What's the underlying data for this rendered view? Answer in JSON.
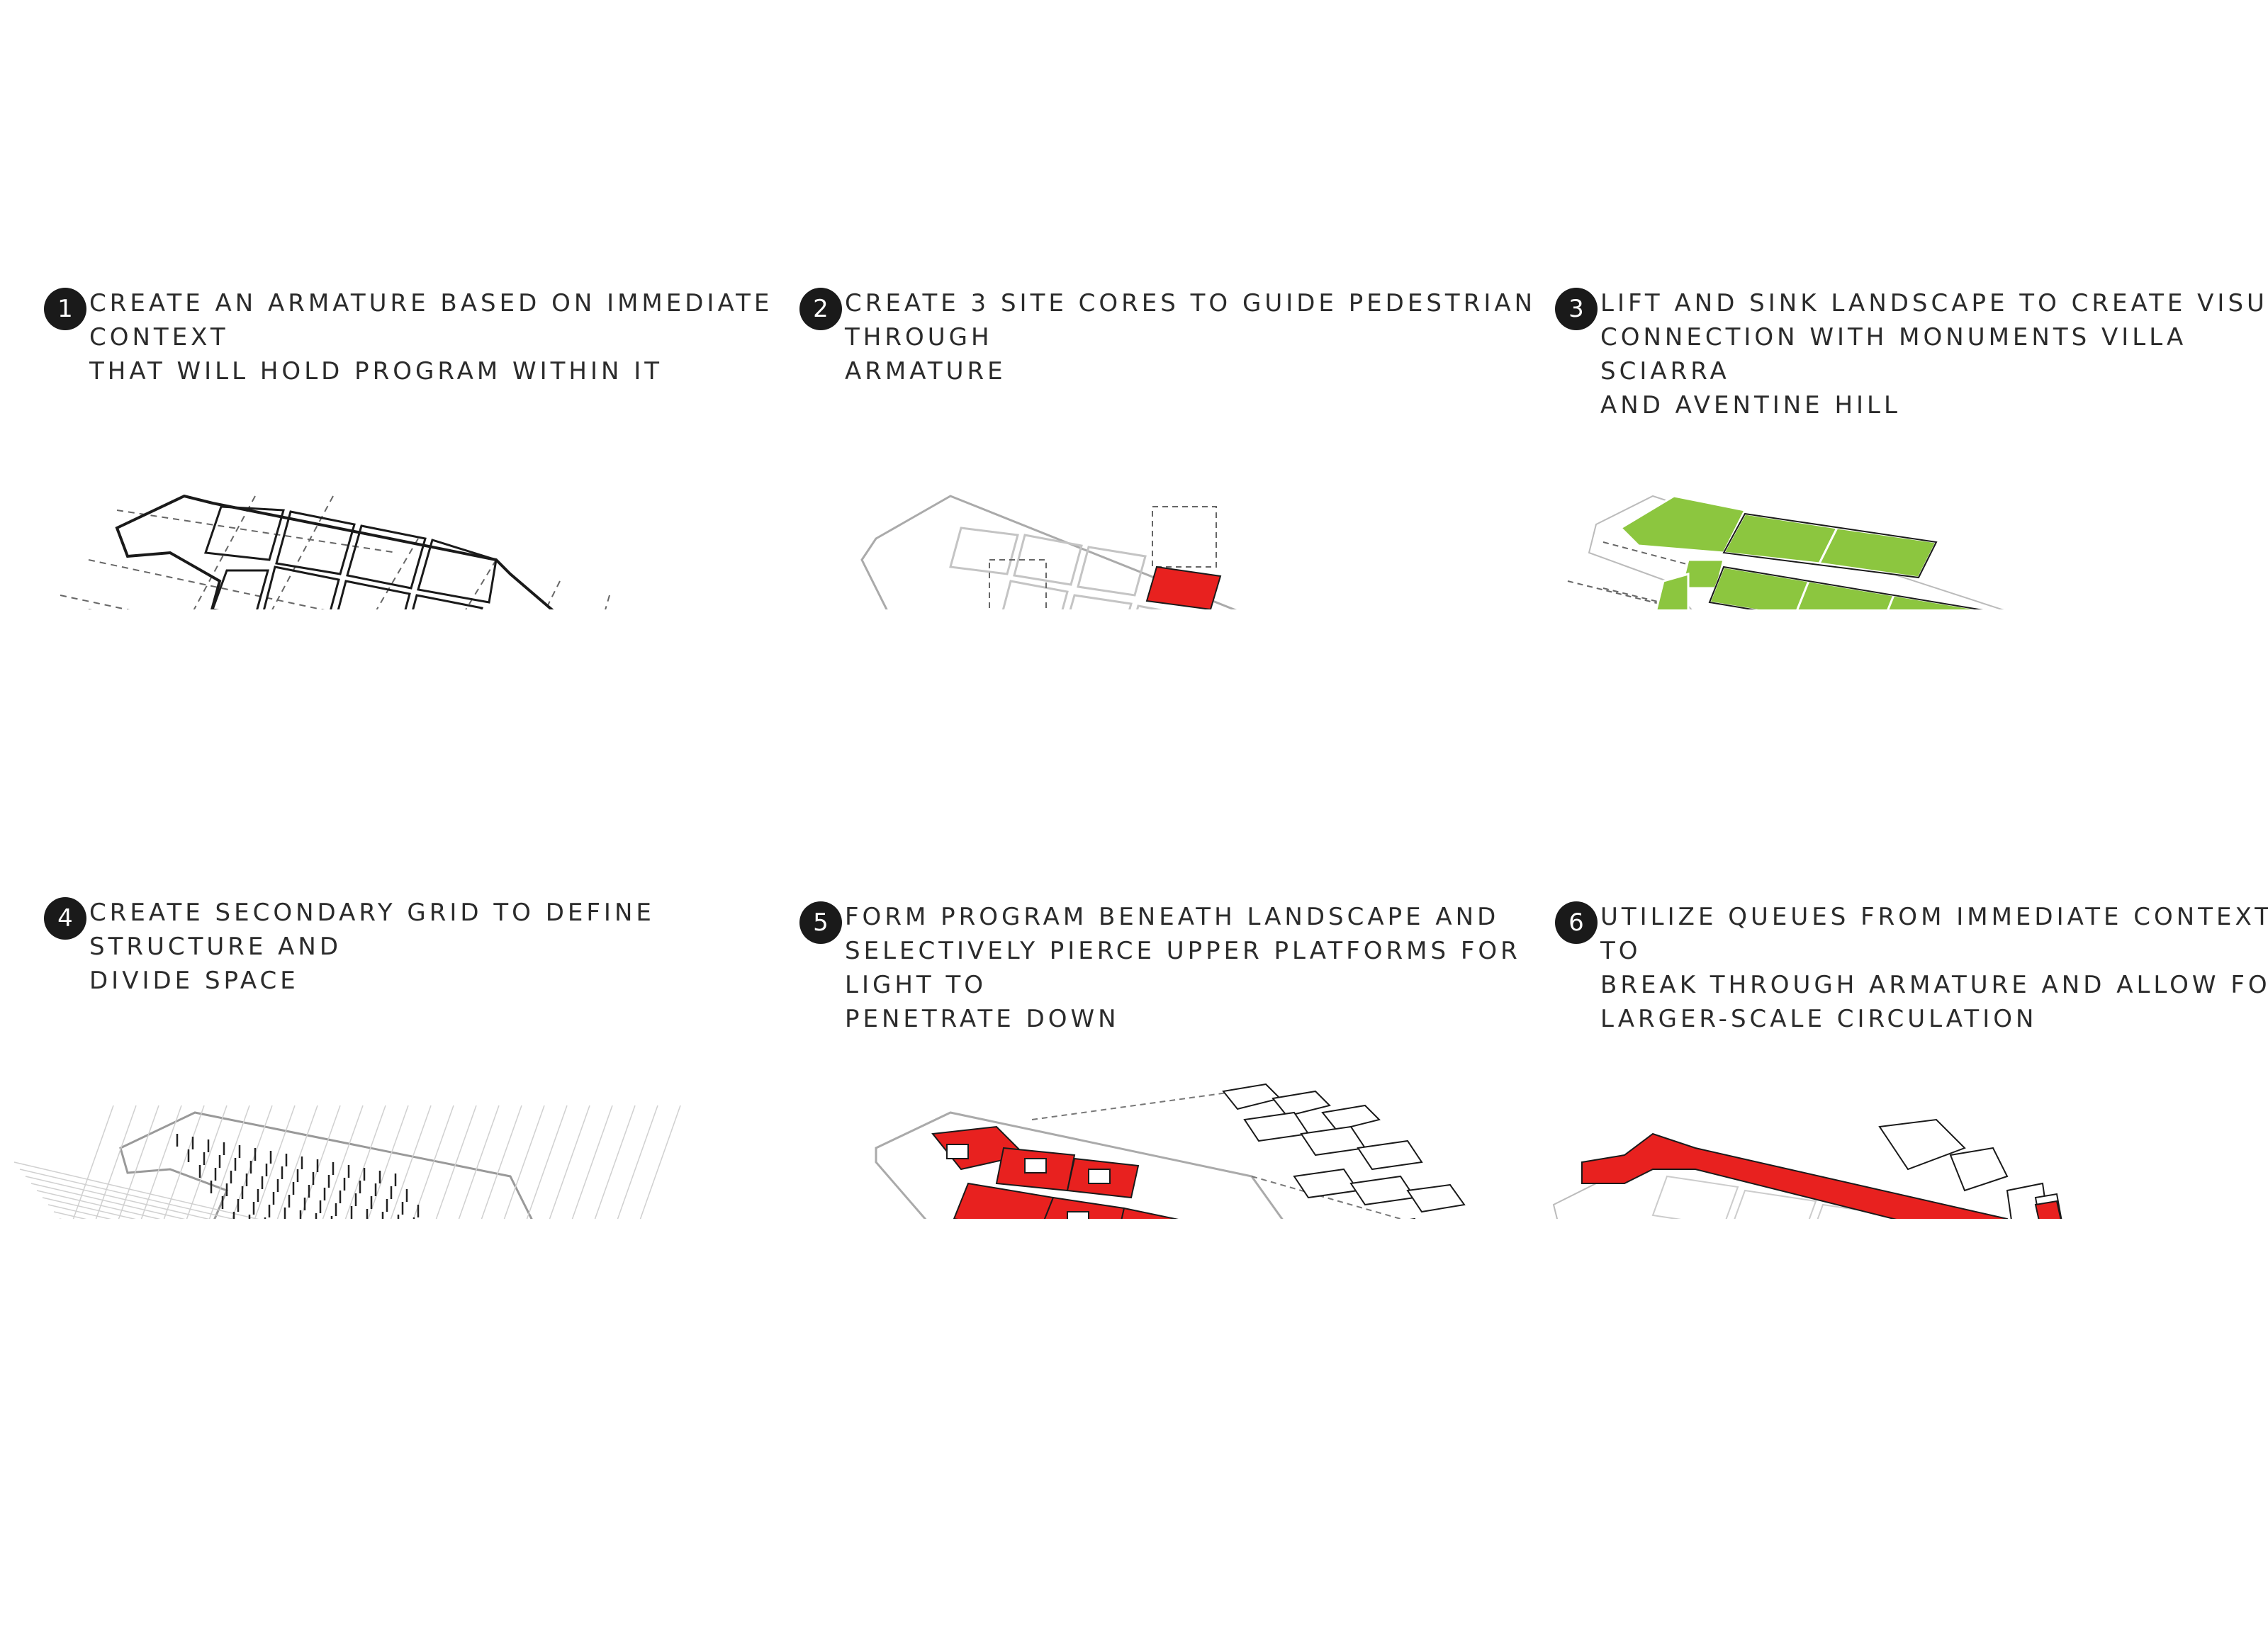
{
  "steps": [
    {
      "number": "1",
      "text": "CREATE AN ARMATURE BASED ON IMMEDIATE CONTEXT\nTHAT WILL HOLD PROGRAM WITHIN IT"
    },
    {
      "number": "2",
      "text": "CREATE 3 SITE CORES TO GUIDE PEDESTRIAN THROUGH\nARMATURE"
    },
    {
      "number": "3",
      "text": "LIFT AND SINK LANDSCAPE TO CREATE VISUAL\nCONNECTION WITH MONUMENTS VILLA SCIARRA\nAND AVENTINE HILL"
    },
    {
      "number": "4",
      "text": "CREATE SECONDARY GRID TO DEFINE STRUCTURE AND\nDIVIDE SPACE"
    },
    {
      "number": "5",
      "text": "FORM PROGRAM BENEATH LANDSCAPE AND\nSELECTIVELY PIERCE UPPER PLATFORMS FOR LIGHT TO\nPENETRATE DOWN"
    },
    {
      "number": "6",
      "text": "UTILIZE QUEUES FROM IMMEDIATE CONTEXT TO\nBREAK THROUGH ARMATURE AND ALLOW FOR\nLARGER-SCALE CIRCULATION"
    }
  ],
  "colors": {
    "red": "#e8211f",
    "green": "#8cc63f",
    "ink": "#1a1a1a",
    "grey": "#b4b4b4"
  }
}
